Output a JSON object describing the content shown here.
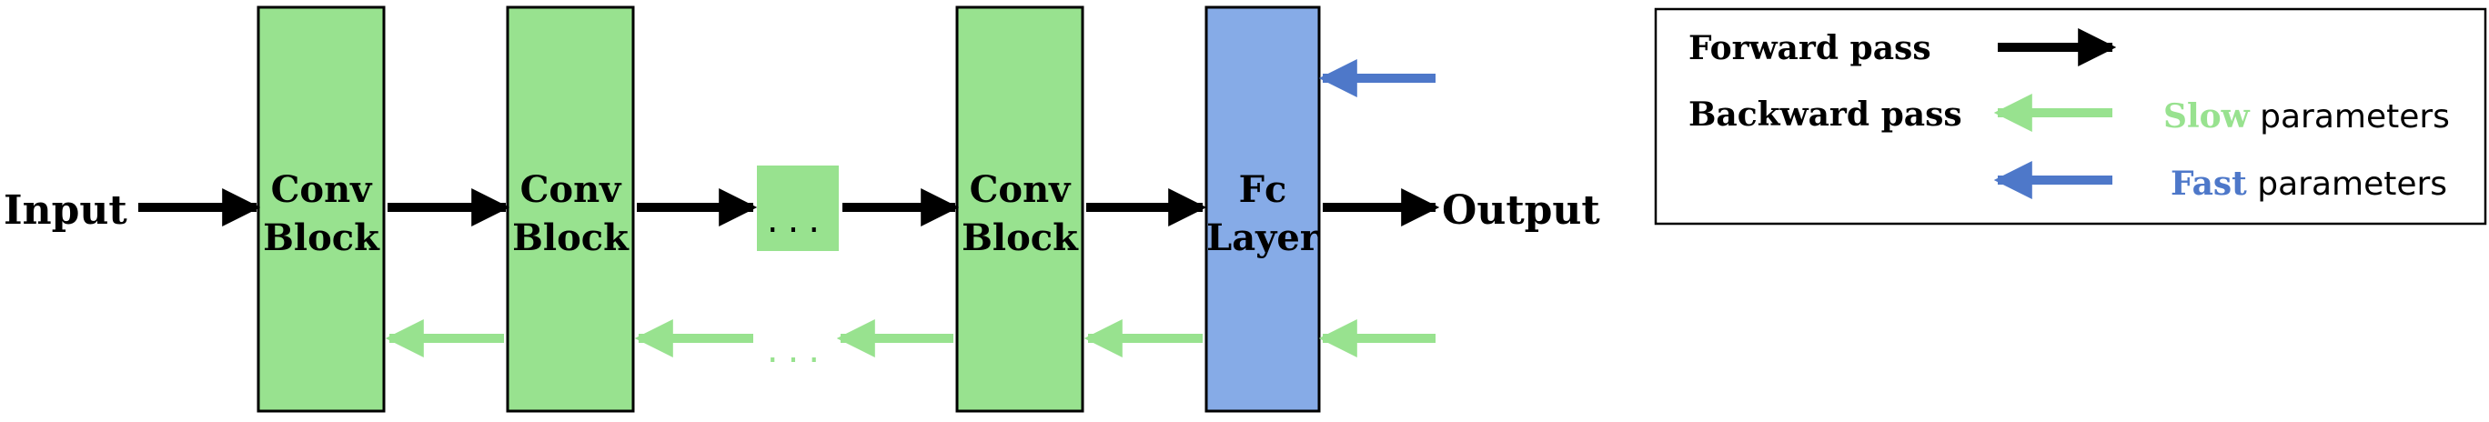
{
  "colors": {
    "conv_fill": "#98e28f",
    "fc_fill": "#86abe7",
    "stroke": "#000000",
    "forward_arrow": "#000000",
    "slow_arrow": "#98e28f",
    "fast_arrow": "#4e78c9",
    "dots_green": "#98e28f"
  },
  "input_label": "Input",
  "output_label": "Output",
  "blocks": [
    {
      "line1": "Conv",
      "line2": "Block"
    },
    {
      "line1": "Conv",
      "line2": "Block"
    },
    {
      "line1": "Conv",
      "line2": "Block"
    }
  ],
  "fc_layer": {
    "line1": "Fc",
    "line2": "Layer"
  },
  "ellipsis": "...",
  "backward_ellipsis": "...",
  "legend": {
    "forward": "Forward pass",
    "backward": "Backward pass",
    "slow_keyword": "Slow",
    "slow_rest": " parameters",
    "fast_keyword": "Fast",
    "fast_rest": " parameters"
  }
}
